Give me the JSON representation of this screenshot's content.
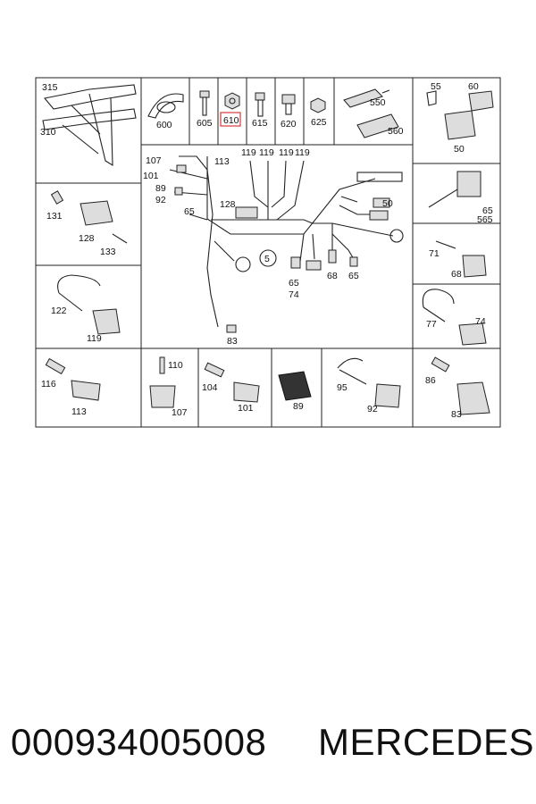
{
  "diagram": {
    "part_labels": [
      "315",
      "310",
      "600",
      "605",
      "610",
      "615",
      "620",
      "625",
      "550",
      "560",
      "55",
      "60",
      "50",
      "107",
      "101",
      "89",
      "92",
      "113",
      "119",
      "119",
      "119",
      "119",
      "128",
      "65",
      "5",
      "50",
      "65",
      "74",
      "68",
      "65",
      "83",
      "65",
      "565",
      "131",
      "128",
      "133",
      "71",
      "68",
      "122",
      "119",
      "77",
      "74",
      "116",
      "113",
      "110",
      "107",
      "104",
      "101",
      "89",
      "95",
      "92",
      "86",
      "83"
    ],
    "highlighted_part": "610"
  },
  "footer": {
    "part_number": "000934005008",
    "brand": "MERCEDES"
  }
}
